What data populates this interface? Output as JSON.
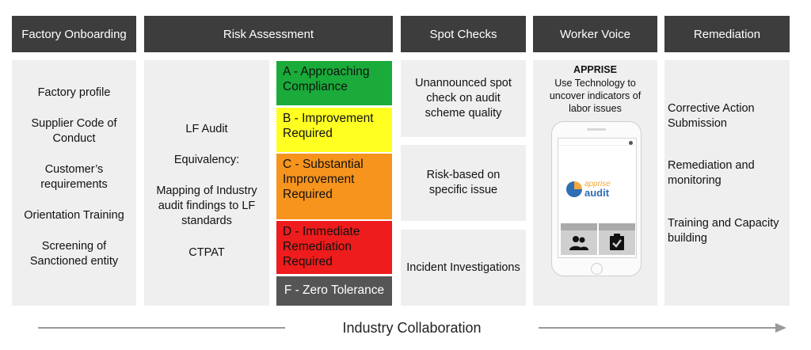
{
  "headers": {
    "onboarding": "Factory Onboarding",
    "risk": "Risk Assessment",
    "spot": "Spot Checks",
    "worker": "Worker Voice",
    "remediation": "Remediation"
  },
  "onboarding_items": [
    "Factory profile",
    "Supplier Code of Conduct",
    "Customer’s requirements",
    "Orientation Training",
    "Screening of Sanctioned entity"
  ],
  "risk_items": [
    "LF Audit",
    "Equivalency:",
    "Mapping of Industry audit findings to LF standards",
    "CTPAT"
  ],
  "ratings": [
    {
      "label": "A - Approaching Compliance",
      "color": "#1aab3a"
    },
    {
      "label": "B - Improvement Required",
      "color": "#ffff22"
    },
    {
      "label": "C - Substantial Improvement Required",
      "color": "#f7941d"
    },
    {
      "label": "D - Immediate Remediation Required",
      "color": "#ee1c1c"
    },
    {
      "label": "F - Zero Tolerance",
      "color": "#555555",
      "text_color": "#ffffff"
    }
  ],
  "spot_items": [
    "Unannounced spot check on audit scheme quality",
    "Risk-based on specific issue",
    "Incident Investigations"
  ],
  "worker": {
    "title": "APPRISE",
    "description": "Use Technology to uncover indicators of labor issues",
    "app_logo_line1": "apprise",
    "app_logo_line2": "audit"
  },
  "remediation_items": [
    "Corrective Action Submission",
    "Remediation and monitoring",
    "Training and Capacity building"
  ],
  "footer": "Industry Collaboration",
  "colors": {
    "header_bg": "#3d3d3d",
    "panel_bg": "#efefef",
    "logo_blue": "#2f6db5",
    "logo_orange": "#f2a93b"
  }
}
